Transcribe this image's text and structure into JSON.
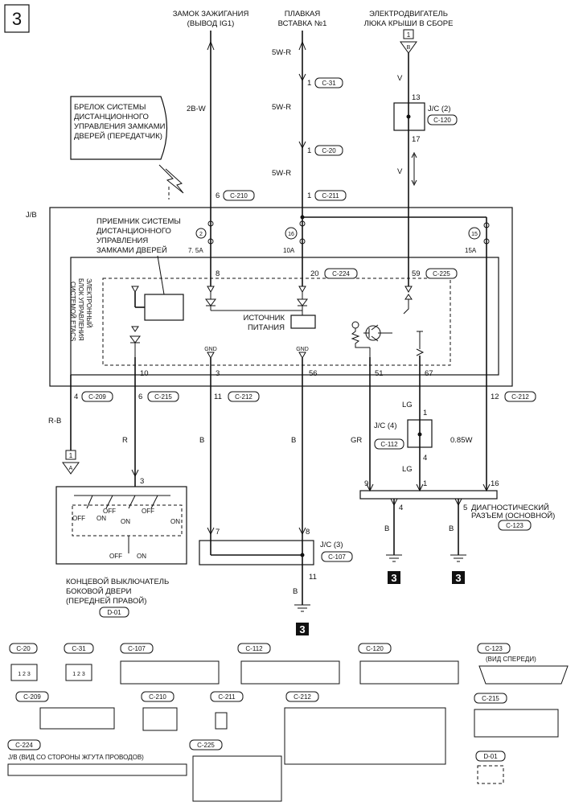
{
  "page_number": "3",
  "top_labels": {
    "ignition_1": "ЗАМОК ЗАЖИГАНИЯ",
    "ignition_2": "(ВЫВОД IG1)",
    "fuse_1": "ПЛАВКАЯ",
    "fuse_2": "ВСТАВКА №1",
    "motor_1": "ЭЛЕКТРОДВИГАТЕЛЬ",
    "motor_2": "ЛЮКА КРЫШИ В СБОРЕ",
    "motor_ref": "1",
    "motor_ref_inner": "B"
  },
  "transmitter": [
    "БРЕЛОК СИСТЕМЫ",
    "ДИСТАНЦИОННОГО",
    "УПРАВЛЕНИЯ ЗАМКАМИ",
    "ДВЕРЕЙ (ПЕРЕДАТЧИК)"
  ],
  "wires": {
    "w_2bw": "2B-W",
    "w_5wr_1": "5W-R",
    "w_5wr_2": "5W-R",
    "w_5wr_3": "5W-R",
    "w_v1": "V",
    "w_v2": "V",
    "w_rb": "R-B",
    "w_r": "R",
    "w_b1": "B",
    "w_b2": "B",
    "w_gr": "GR",
    "w_lg1": "LG",
    "w_lg2": "LG",
    "w_085w": "0.85W",
    "w_b3": "B",
    "w_b4": "B",
    "w_b5": "B"
  },
  "connectors": {
    "c31_pin": "1",
    "c31": "C-31",
    "c20_pin": "1",
    "c20": "C-20",
    "c211_pin": "1",
    "c211": "C-211",
    "c210_pin": "6",
    "c210": "C-210",
    "jc2_top": "13",
    "jc2": "J/C (2)",
    "c120": "C-120",
    "jc2_bot": "17",
    "c224_pin8": "8",
    "c224_pin20": "20",
    "c224": "C-224",
    "c225_pin": "59",
    "c225": "C-225",
    "c209_pin": "4",
    "c209": "C-209",
    "c215_pin": "6",
    "c215": "C-215",
    "c212a_pin": "11",
    "c212a": "C-212",
    "c212b_pin": "12",
    "c212b": "C-212",
    "jc4": "J/C (4)",
    "c112": "C-112",
    "jc4_top": "1",
    "jc4_bot": "4",
    "jc3": "J/C (3)",
    "c107": "C-107",
    "jc3_7": "7",
    "jc3_8": "8",
    "jc3_11": "11",
    "diag_9": "9",
    "diag_1": "1",
    "diag_16": "16",
    "diag_4": "4",
    "diag_5": "5",
    "c123": "C-123",
    "d01": "D-01",
    "ground": "3",
    "ref_1": "1",
    "ref_a": "A"
  },
  "jb": {
    "label": "J/B",
    "receiver": [
      "ПРИЕМНИК СИСТЕМЫ",
      "ДИСТАНЦИОННОГО",
      "УПРАВЛЕНИЯ",
      "ЗАМКАМИ ДВЕРЕЙ"
    ],
    "fuse2_num": "2",
    "fuse2_amp": "7. 5A",
    "fuse16_num": "16",
    "fuse16_amp": "10A",
    "fuse15_num": "15",
    "fuse15_amp": "15A",
    "etacs": [
      "ЭЛЕКТРОННЫЙ",
      "БЛОК УПРАВЛЕНИЯ",
      "СИСТЕМОЙ ETACS"
    ],
    "power": [
      "ИСТОЧНИК",
      "ПИТАНИЯ"
    ],
    "gnd1": "GND",
    "gnd2": "GND",
    "pin10": "10",
    "pin3": "3",
    "pin56": "56",
    "pin51": "51",
    "pin67": "67"
  },
  "switch": {
    "off1": "OFF",
    "on1": "ON",
    "off2": "OFF",
    "on2": "ON",
    "off3": "OFF",
    "on3": "ON",
    "off4": "OFF",
    "on4": "ON",
    "pin3": "3",
    "caption": [
      "КОНЦЕВОЙ ВЫКЛЮЧАТЕЛЬ",
      "БОКОВОЙ ДВЕРИ",
      "(ПЕРЕДНЕЙ ПРАВОЙ)"
    ]
  },
  "diag_label": [
    "ДИАГНОСТИЧЕСКИЙ",
    "РАЗЪЕМ (ОСНОВНОЙ)"
  ],
  "legend": {
    "c20": "C-20",
    "c31": "C-31",
    "c107": "C-107",
    "c112": "C-112",
    "c120": "C-120",
    "c123": "C-123",
    "c123_view": "(ВИД СПЕРЕДИ)",
    "c209": "C-209",
    "c210": "C-210",
    "c211": "C-211",
    "c212": "C-212",
    "c215": "C-215",
    "c224": "C-224",
    "c224_desc": "J/B (ВИД СО СТОРОНЫ ЖГУТА ПРОВОДОВ)",
    "c225": "C-225",
    "d01": "D-01"
  }
}
